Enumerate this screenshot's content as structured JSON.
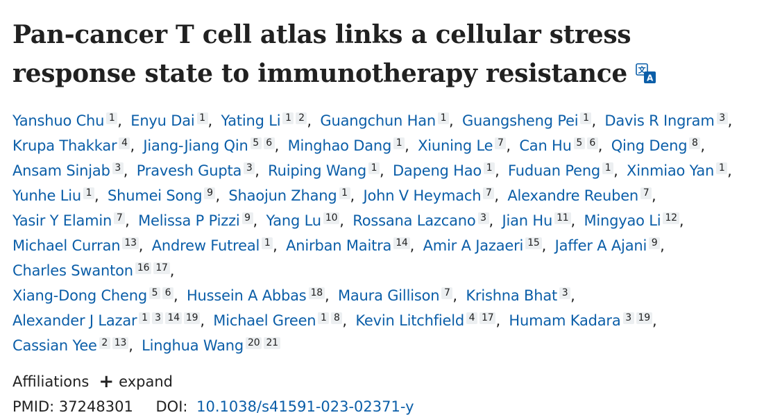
{
  "title": "Pan-cancer T cell atlas links a cellular stress response state to immunotherapy resistance",
  "authors": [
    {
      "name": "Yanshuo Chu",
      "affs": [
        "1"
      ]
    },
    {
      "name": "Enyu Dai",
      "affs": [
        "1"
      ]
    },
    {
      "name": "Yating Li",
      "affs": [
        "1",
        "2"
      ]
    },
    {
      "name": "Guangchun Han",
      "affs": [
        "1"
      ]
    },
    {
      "name": "Guangsheng Pei",
      "affs": [
        "1"
      ]
    },
    {
      "name": "Davis R Ingram",
      "affs": [
        "3"
      ]
    },
    {
      "name": "Krupa Thakkar",
      "affs": [
        "4"
      ]
    },
    {
      "name": "Jiang-Jiang Qin",
      "affs": [
        "5",
        "6"
      ]
    },
    {
      "name": "Minghao Dang",
      "affs": [
        "1"
      ]
    },
    {
      "name": "Xiuning Le",
      "affs": [
        "7"
      ]
    },
    {
      "name": "Can Hu",
      "affs": [
        "5",
        "6"
      ]
    },
    {
      "name": "Qing Deng",
      "affs": [
        "8"
      ]
    },
    {
      "name": "Ansam Sinjab",
      "affs": [
        "3"
      ]
    },
    {
      "name": "Pravesh Gupta",
      "affs": [
        "3"
      ]
    },
    {
      "name": "Ruiping Wang",
      "affs": [
        "1"
      ]
    },
    {
      "name": "Dapeng Hao",
      "affs": [
        "1"
      ]
    },
    {
      "name": "Fuduan Peng",
      "affs": [
        "1"
      ]
    },
    {
      "name": "Xinmiao Yan",
      "affs": [
        "1"
      ]
    },
    {
      "name": "Yunhe Liu",
      "affs": [
        "1"
      ]
    },
    {
      "name": "Shumei Song",
      "affs": [
        "9"
      ]
    },
    {
      "name": "Shaojun Zhang",
      "affs": [
        "1"
      ]
    },
    {
      "name": "John V Heymach",
      "affs": [
        "7"
      ]
    },
    {
      "name": "Alexandre Reuben",
      "affs": [
        "7"
      ]
    },
    {
      "name": "Yasir Y Elamin",
      "affs": [
        "7"
      ]
    },
    {
      "name": "Melissa P Pizzi",
      "affs": [
        "9"
      ]
    },
    {
      "name": "Yang Lu",
      "affs": [
        "10"
      ]
    },
    {
      "name": "Rossana Lazcano",
      "affs": [
        "3"
      ]
    },
    {
      "name": "Jian Hu",
      "affs": [
        "11"
      ]
    },
    {
      "name": "Mingyao Li",
      "affs": [
        "12"
      ]
    },
    {
      "name": "Michael Curran",
      "affs": [
        "13"
      ]
    },
    {
      "name": "Andrew Futreal",
      "affs": [
        "1"
      ]
    },
    {
      "name": "Anirban Maitra",
      "affs": [
        "14"
      ]
    },
    {
      "name": "Amir A Jazaeri",
      "affs": [
        "15"
      ]
    },
    {
      "name": "Jaffer A Ajani",
      "affs": [
        "9"
      ]
    },
    {
      "name": "Charles Swanton",
      "affs": [
        "16",
        "17"
      ]
    },
    {
      "name": "Xiang-Dong Cheng",
      "affs": [
        "5",
        "6"
      ]
    },
    {
      "name": "Hussein A Abbas",
      "affs": [
        "18"
      ]
    },
    {
      "name": "Maura Gillison",
      "affs": [
        "7"
      ]
    },
    {
      "name": "Krishna Bhat",
      "affs": [
        "3"
      ]
    },
    {
      "name": "Alexander J Lazar",
      "affs": [
        "1",
        "3",
        "14",
        "19"
      ]
    },
    {
      "name": "Michael Green",
      "affs": [
        "1",
        "8"
      ]
    },
    {
      "name": "Kevin Litchfield",
      "affs": [
        "4",
        "17"
      ]
    },
    {
      "name": "Humam Kadara",
      "affs": [
        "3",
        "19"
      ]
    },
    {
      "name": "Cassian Yee",
      "affs": [
        "2",
        "13"
      ]
    },
    {
      "name": "Linghua Wang",
      "affs": [
        "20",
        "21"
      ]
    }
  ],
  "author_lines": [
    6,
    6,
    6,
    5,
    6,
    6,
    4,
    4,
    3
  ],
  "affiliations": {
    "label": "Affiliations",
    "expand_label": "expand"
  },
  "ids": {
    "pmid_label": "PMID:",
    "pmid": "37248301",
    "doi_label": "DOI:",
    "doi": "10.1038/s41591-023-02371-y"
  },
  "icons": {
    "translate": "translate-icon",
    "expand": "plus-icon"
  },
  "colors": {
    "link": "#0b5ea8",
    "text": "#212121",
    "badge_bg": "#eceff1"
  }
}
